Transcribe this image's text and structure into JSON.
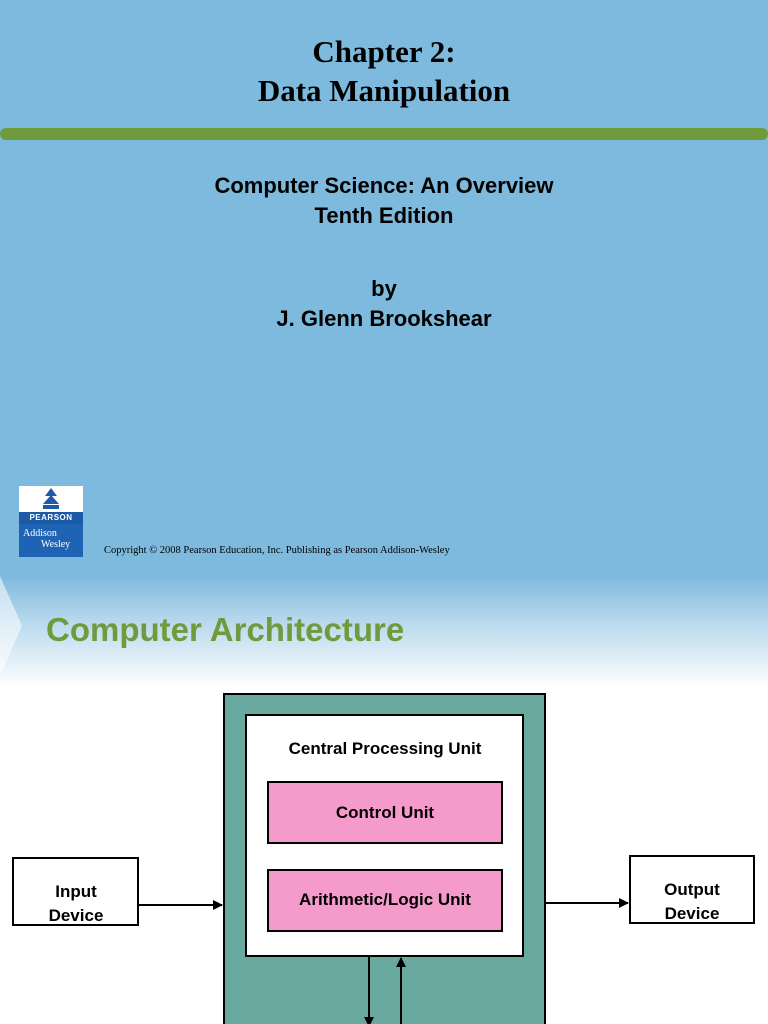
{
  "slide1": {
    "title_line1": "Chapter 2:",
    "title_line2": "Data Manipulation",
    "subtitle_line1": "Computer Science: An Overview",
    "subtitle_line2": "Tenth Edition",
    "by": "by",
    "author": "J. Glenn Brookshear",
    "logo": {
      "brand": "PEARSON",
      "line1": "Addison",
      "line2": "Wesley"
    },
    "copyright": "Copyright © 2008 Pearson Education, Inc. Publishing as Pearson Addison-Wesley"
  },
  "slide2": {
    "title": "Computer Architecture",
    "diagram": {
      "cpu_label": "Central Processing Unit",
      "control_unit": "Control Unit",
      "alu": "Arithmetic/Logic Unit",
      "input_line1": "Input",
      "input_line2": "Device",
      "output_line1": "Output",
      "output_line2": "Device"
    }
  },
  "colors": {
    "slide_blue": "#7ebade",
    "rule_green": "#6f9b3d",
    "teal": "#6aa9a0",
    "pink": "#f59bcb",
    "pearson_blue": "#1c5aa6"
  }
}
